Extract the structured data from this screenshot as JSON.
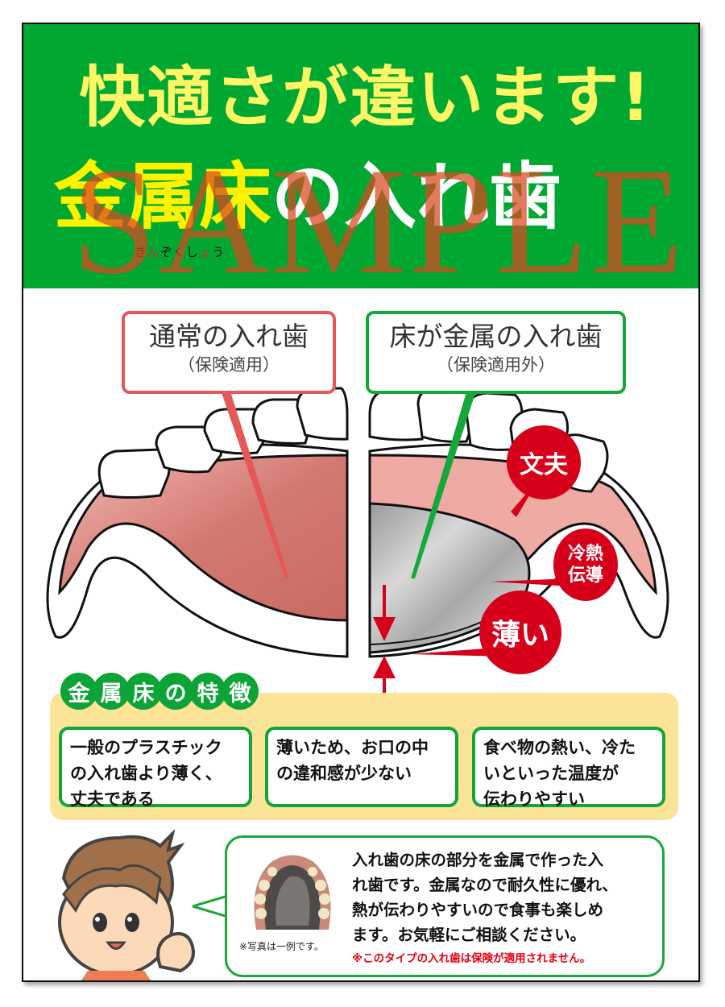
{
  "header": {
    "headline": "快適さが違います!",
    "subhead_yellow": "金属床",
    "subhead_white": "の入れ歯",
    "ruby_parts": [
      "き",
      "ん",
      "ぞく",
      "し",
      "ょ",
      "う"
    ],
    "watermark": "SAMPLE",
    "bg_color": "#00a832",
    "headline_color": "#fff666"
  },
  "comparison": {
    "regular": {
      "title": "通常の入れ歯",
      "subtitle": "（保険適用）",
      "border_color": "#e65757"
    },
    "metal": {
      "title": "床が金属の入れ歯",
      "subtitle": "（保険適用外）",
      "border_color": "#14a83a"
    }
  },
  "badges": {
    "durable": "文夫",
    "thermal_line1": "冷熱",
    "thermal_line2": "伝導",
    "thin": "薄い",
    "color": "#d7001b"
  },
  "features": {
    "title_chars": [
      "金",
      "属",
      "床",
      "の",
      "特",
      "徴"
    ],
    "cards": [
      {
        "line1": "一般のプラスチック",
        "line2": "の入れ歯より薄く、",
        "line3": "丈夫である"
      },
      {
        "line1": "薄いため、お口の中",
        "line2": "の違和感が少ない",
        "line3": ""
      },
      {
        "line1": "食べ物の熱い、冷た",
        "line2": "いといった温度が",
        "line3": "伝わりやすい"
      }
    ]
  },
  "explanation": {
    "photo_caption": "※写真は一例です。",
    "body_lines": [
      "入れ歯の床の部分を金属で作った入",
      "れ歯です。金属なので耐久性に優れ、",
      "熱が伝わりやすいので食事も楽しめ",
      "ます。お気軽にご相談ください。"
    ],
    "note": "※このタイプの入れ歯は保険が適用されません。"
  }
}
